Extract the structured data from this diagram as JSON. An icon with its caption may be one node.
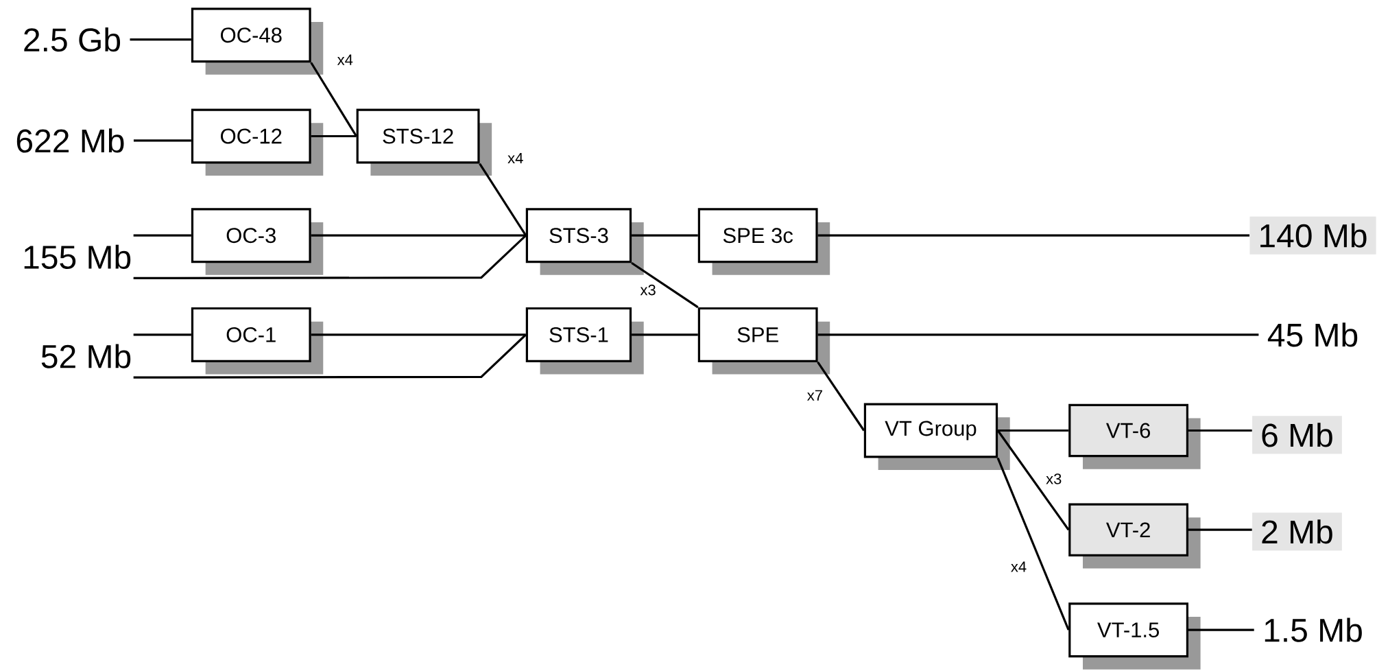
{
  "diagram": {
    "nodes": [
      {
        "text": [
          "2.5 Gb"
        ]
      },
      {
        "text": [
          "OC-48"
        ]
      },
      {
        "text": [
          "622 Mb"
        ]
      },
      {
        "text": [
          "OC-12"
        ]
      },
      {
        "text": [
          "STS-12"
        ]
      },
      {
        "text": [
          "155 Mb"
        ]
      },
      {
        "text": [
          "OC-3"
        ]
      },
      {
        "text": [
          "STS-3"
        ]
      },
      {
        "text": [
          "SPE 3c"
        ]
      },
      {
        "text": [
          "140 Mb"
        ]
      },
      {
        "text": [
          "52 Mb"
        ]
      },
      {
        "text": [
          "OC-1"
        ]
      },
      {
        "text": [
          "STS-1"
        ]
      },
      {
        "text": [
          "SPE"
        ]
      },
      {
        "text": [
          "45 Mb"
        ]
      },
      {
        "text": [
          "VT Group"
        ]
      },
      {
        "text": [
          "VT-6"
        ]
      },
      {
        "text": [
          "6 Mb"
        ]
      },
      {
        "text": [
          "VT-2"
        ]
      },
      {
        "text": [
          "2 Mb"
        ]
      },
      {
        "text": [
          "VT-1.5"
        ]
      },
      {
        "text": [
          "1.5 Mb"
        ]
      }
    ],
    "edges": [
      {
        "from": 0,
        "to": 1,
        "arrow": "none"
      },
      {
        "from": 1,
        "to": 4,
        "arrow": "none",
        "label": "x4"
      },
      {
        "from": 2,
        "to": 3,
        "arrow": "none"
      },
      {
        "from": 3,
        "to": 4,
        "arrow": "none"
      },
      {
        "from": 4,
        "to": 7,
        "arrow": "none",
        "label": "x4"
      },
      {
        "from": 5,
        "to": 6,
        "arrow": "none"
      },
      {
        "from": 6,
        "to": 7,
        "arrow": "none"
      },
      {
        "from": 5,
        "to": 7,
        "arrow": "none"
      },
      {
        "from": 7,
        "to": 8,
        "arrow": "none"
      },
      {
        "from": 8,
        "to": 9,
        "arrow": "none"
      },
      {
        "from": 7,
        "to": 13,
        "arrow": "none",
        "label": "x3"
      },
      {
        "from": 10,
        "to": 11,
        "arrow": "none"
      },
      {
        "from": 11,
        "to": 12,
        "arrow": "none"
      },
      {
        "from": 10,
        "to": 12,
        "arrow": "none"
      },
      {
        "from": 12,
        "to": 13,
        "arrow": "none"
      },
      {
        "from": 13,
        "to": 14,
        "arrow": "none"
      },
      {
        "from": 13,
        "to": 15,
        "arrow": "none",
        "label": "x7"
      },
      {
        "from": 15,
        "to": 16,
        "arrow": "none"
      },
      {
        "from": 16,
        "to": 17,
        "arrow": "none"
      },
      {
        "from": 15,
        "to": 18,
        "arrow": "none",
        "label": "x3"
      },
      {
        "from": 18,
        "to": 19,
        "arrow": "none"
      },
      {
        "from": 15,
        "to": 20,
        "arrow": "none",
        "label": "x4"
      },
      {
        "from": 20,
        "to": 21,
        "arrow": "none"
      }
    ]
  }
}
